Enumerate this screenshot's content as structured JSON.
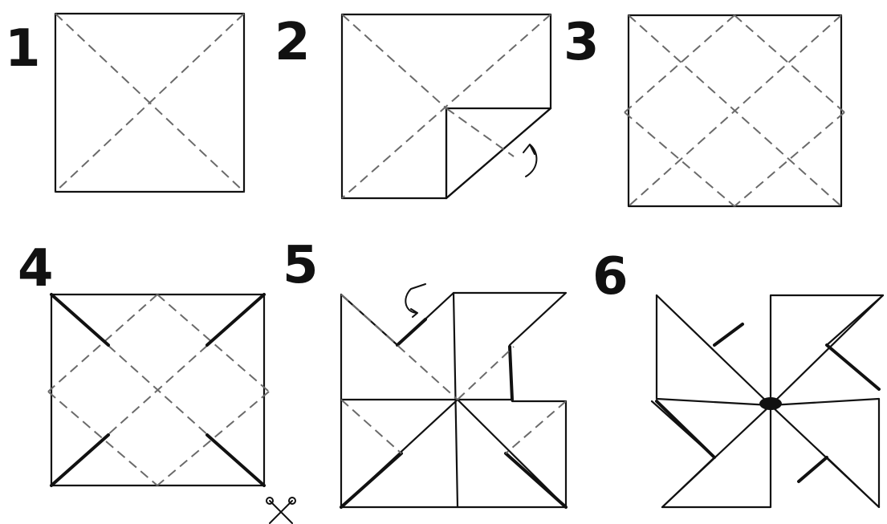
{
  "steps": [
    {
      "number": "1"
    },
    {
      "number": "2"
    },
    {
      "number": "3"
    },
    {
      "number": "4"
    },
    {
      "number": "5"
    },
    {
      "number": "6"
    }
  ],
  "colors": {
    "ink": "#111111",
    "fold_line": "#6a6a6a",
    "background": "#ffffff"
  },
  "icons": [
    "fold-arrow-icon",
    "scissors-icon",
    "pin-icon"
  ]
}
